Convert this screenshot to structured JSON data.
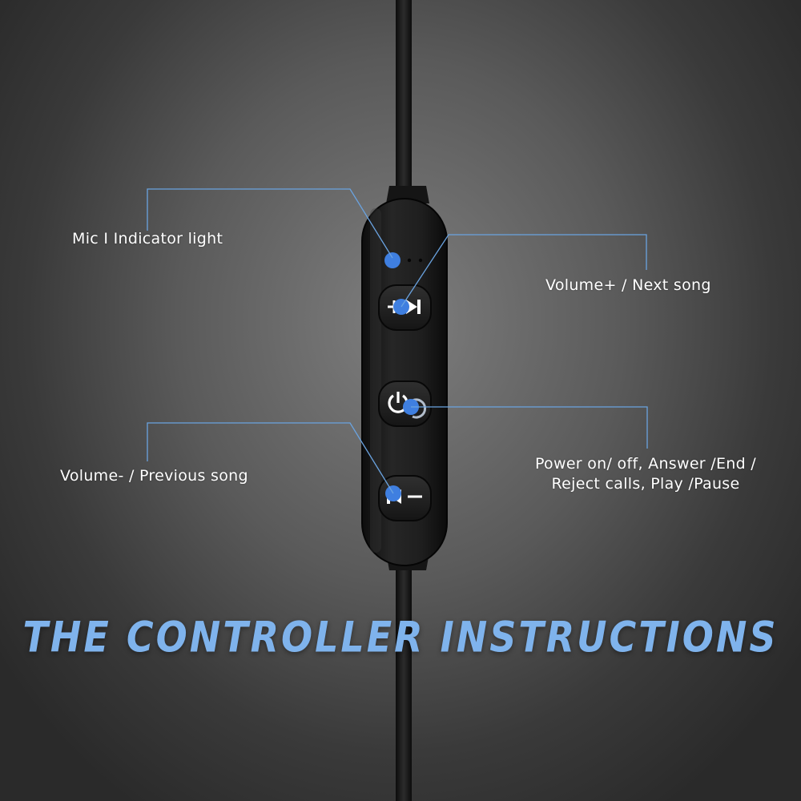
{
  "title": "THE CONTROLLER INSTRUCTIONS",
  "callouts": {
    "mic": "Mic I Indicator light",
    "volume_up": "Volume+ / Next song",
    "volume_down": "Volume- / Previous song",
    "power_line1": "Power on/ off, Answer /End /",
    "power_line2": "Reject calls, Play /Pause"
  },
  "buttons": {
    "plus_symbol": "+",
    "minus_symbol": "−"
  },
  "colors": {
    "accent": "#7fb3ec",
    "dot": "#3f7fe0",
    "leader_line": "#6aa3e0",
    "device": "#1c1c1c"
  },
  "icons": [
    "next-track-icon",
    "power-icon",
    "previous-track-icon",
    "plus-icon",
    "minus-icon"
  ]
}
